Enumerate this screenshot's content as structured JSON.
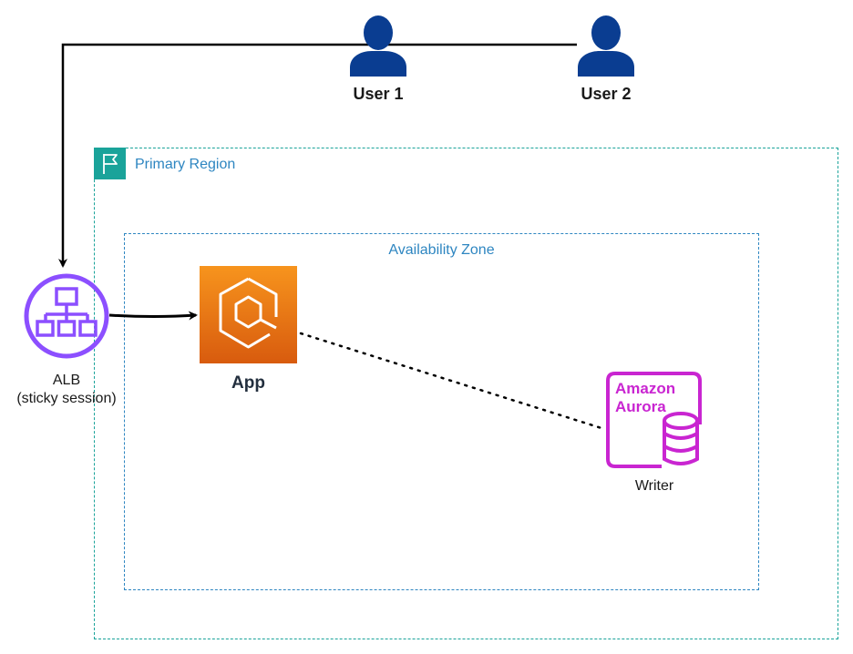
{
  "users": [
    {
      "label": "User 1"
    },
    {
      "label": "User 2"
    }
  ],
  "region": {
    "label": "Primary Region"
  },
  "availability_zone": {
    "label": "Availability Zone"
  },
  "alb": {
    "label_line1": "ALB",
    "label_line2": "(sticky session)"
  },
  "app": {
    "label": "App"
  },
  "aurora": {
    "logo_line1": "Amazon",
    "logo_line2": "Aurora",
    "label": "Writer"
  },
  "colors": {
    "user": "#0a3d91",
    "region": "#1aa39a",
    "az": "#2e86c1",
    "alb": "#8c4fff",
    "app": "#f7941d",
    "aurora": "#c925d1"
  }
}
